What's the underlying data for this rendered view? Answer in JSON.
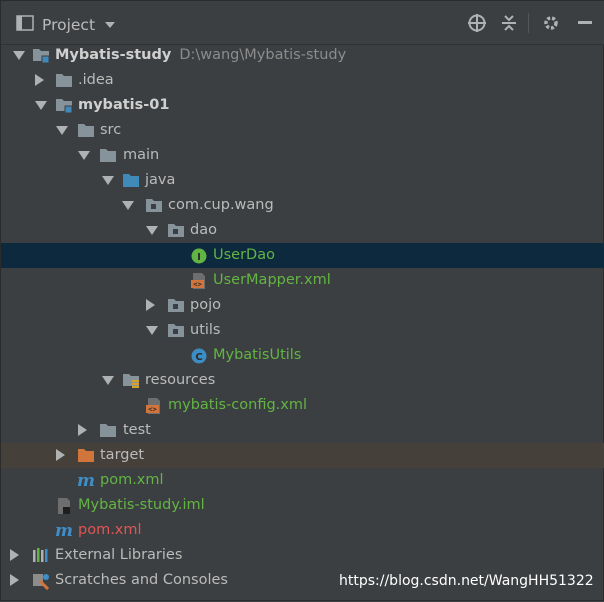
{
  "header": {
    "title": "Project",
    "icons": [
      "project-window-icon",
      "locate-icon",
      "collapse-all-icon",
      "settings-icon",
      "hide-icon"
    ]
  },
  "tree": {
    "items": [
      {
        "label": "Mybatis-study",
        "path": "D:\\wang\\Mybatis-study",
        "icon": "module-folder-icon",
        "state": "expanded"
      },
      {
        "label": ".idea",
        "icon": "folder-icon",
        "state": "collapsed"
      },
      {
        "label": "mybatis-01",
        "icon": "module-folder-icon",
        "state": "expanded"
      },
      {
        "label": "src",
        "icon": "folder-icon",
        "state": "expanded"
      },
      {
        "label": "main",
        "icon": "folder-icon",
        "state": "expanded"
      },
      {
        "label": "java",
        "icon": "source-folder-icon",
        "state": "expanded"
      },
      {
        "label": "com.cup.wang",
        "icon": "package-icon",
        "state": "expanded"
      },
      {
        "label": "dao",
        "icon": "package-icon",
        "state": "expanded"
      },
      {
        "label": "UserDao",
        "icon": "interface-icon",
        "state": "leaf"
      },
      {
        "label": "UserMapper.xml",
        "icon": "xml-file-icon",
        "state": "leaf"
      },
      {
        "label": "pojo",
        "icon": "package-icon",
        "state": "collapsed"
      },
      {
        "label": "utils",
        "icon": "package-icon",
        "state": "expanded"
      },
      {
        "label": "MybatisUtils",
        "icon": "class-icon",
        "state": "leaf"
      },
      {
        "label": "resources",
        "icon": "resources-folder-icon",
        "state": "expanded"
      },
      {
        "label": "mybatis-config.xml",
        "icon": "xml-file-icon",
        "state": "leaf"
      },
      {
        "label": "test",
        "icon": "folder-icon",
        "state": "collapsed"
      },
      {
        "label": "target",
        "icon": "excluded-folder-icon",
        "state": "collapsed"
      },
      {
        "label": "pom.xml",
        "icon": "maven-icon",
        "state": "leaf"
      },
      {
        "label": "Mybatis-study.iml",
        "icon": "iml-file-icon",
        "state": "leaf"
      },
      {
        "label": "pom.xml",
        "icon": "maven-icon",
        "state": "leaf"
      },
      {
        "label": "External Libraries",
        "icon": "libraries-icon",
        "state": "collapsed"
      },
      {
        "label": "Scratches and Consoles",
        "icon": "scratches-icon",
        "state": "collapsed"
      }
    ],
    "selected_item": "UserDao"
  },
  "colors": {
    "background": "#3c3f41",
    "selection": "#0d293e",
    "excluded_row": "#45403a",
    "vcs_added": "#62b543",
    "vcs_unversioned": "#e05555",
    "folder": "#87939a",
    "source_folder": "#3f8ab8",
    "excluded_folder": "#d2753c"
  },
  "watermark": "https://blog.csdn.net/WangHH51322"
}
